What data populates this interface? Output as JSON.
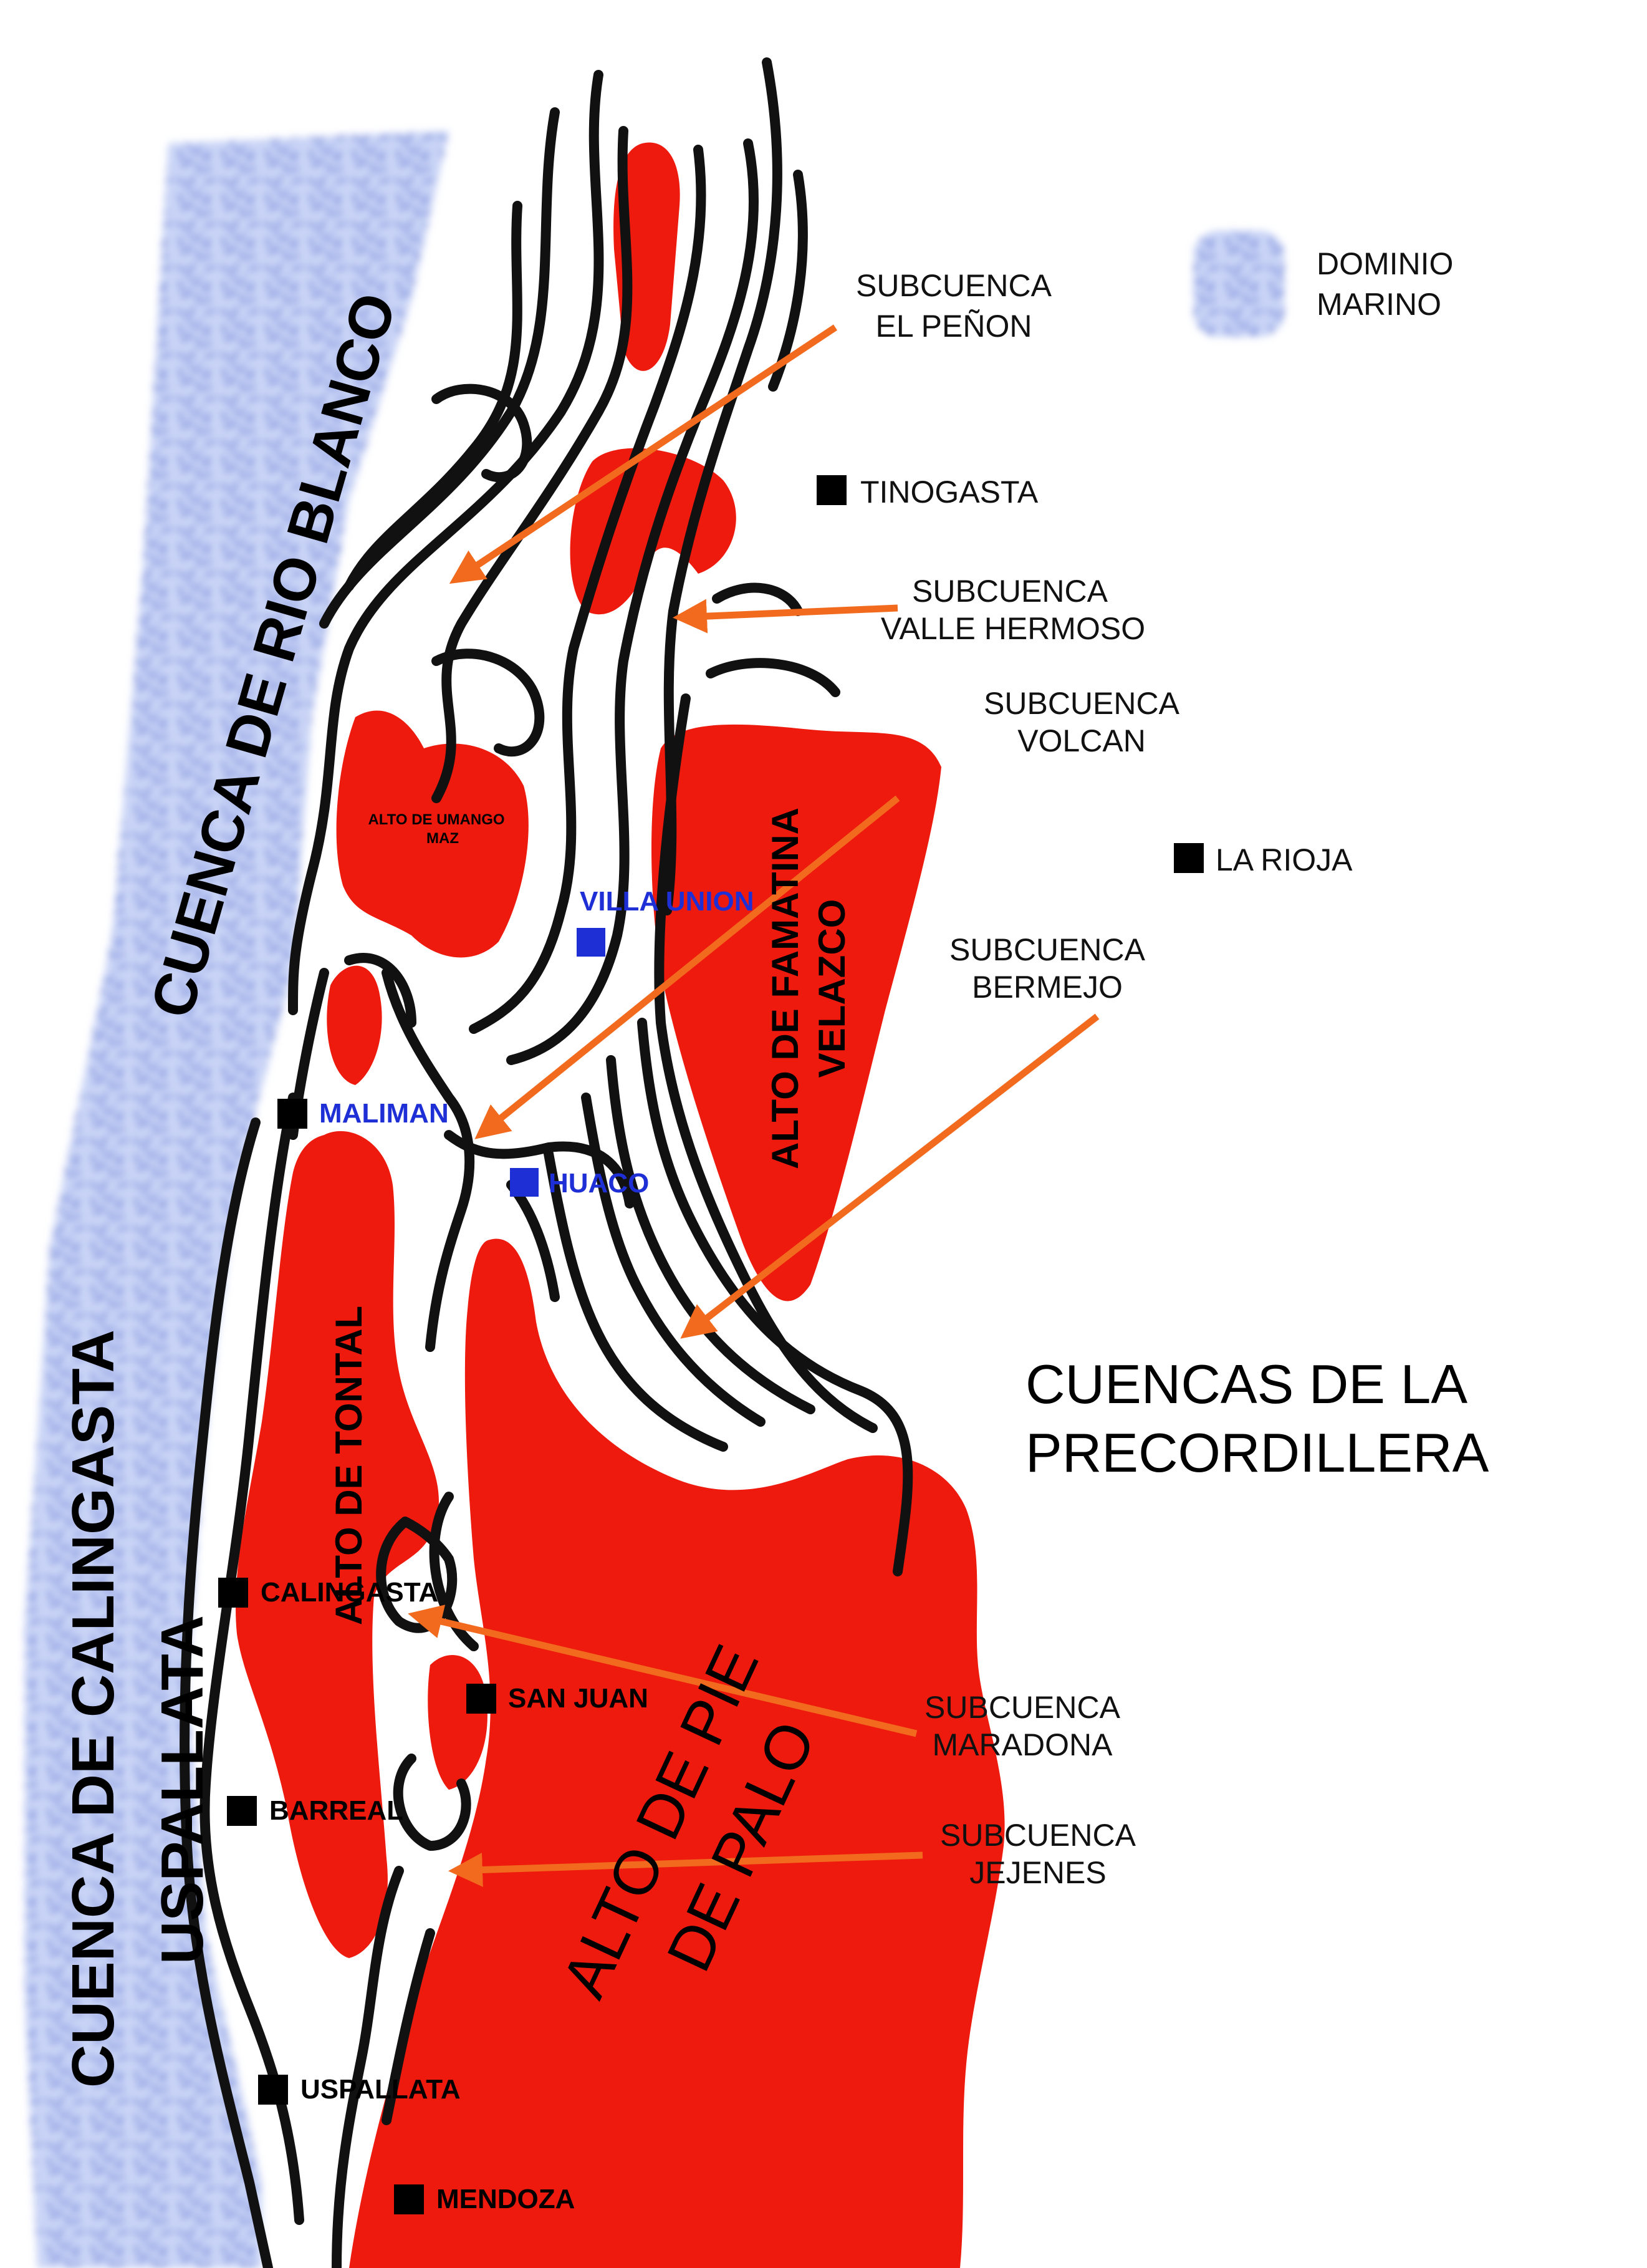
{
  "basins": {
    "rio_blanco": "CUENCA DE RIO BLANCO",
    "calingasta_line1": "CUENCA DE CALINGASTA",
    "calingasta_line2": "USPALLATA",
    "precordillera_line1": "CUENCAS DE LA",
    "precordillera_line2": "PRECORDILLERA"
  },
  "legend": {
    "line1": "DOMINIO",
    "line2": "MARINO",
    "color": "#3a5fd0"
  },
  "subbasins": {
    "penon": {
      "line1": "SUBCUENCA",
      "line2": "EL PEÑON"
    },
    "valle": {
      "line1": "SUBCUENCA",
      "line2": "VALLE HERMOSO"
    },
    "volcan": {
      "line1": "SUBCUENCA",
      "line2": "VOLCAN"
    },
    "bermejo": {
      "line1": "SUBCUENCA",
      "line2": "BERMEJO"
    },
    "maradona": {
      "line1": "SUBCUENCA",
      "line2": "MARADONA"
    },
    "jejenes": {
      "line1": "SUBCUENCA",
      "line2": "JEJENES"
    }
  },
  "highs": {
    "umango_line1": "ALTO DE  UMANGO",
    "umango_line2": "MAZ",
    "famatina_line1": "ALTO DE  FAMATINA",
    "famatina_line2": "VELAZCO",
    "tontal": "ALTO DE  TONTAL",
    "piedepalo_line1": "ALTO DE PIE",
    "piedepalo_line2": "DE PALO"
  },
  "towns": {
    "tinogasta": "TINOGASTA",
    "la_rioja": "LA RIOJA",
    "villa_union": "VILLA UNION",
    "maliman": "MALIMAN",
    "huaco": "HUACO",
    "calingasta": "CALINGASTA",
    "san_juan": "SAN JUAN",
    "barreal": "BARREAL",
    "uspallata": "USPALLATA",
    "mendoza": "MENDOZA"
  },
  "colors": {
    "high": "#ee1a0e",
    "arrow": "#f26a1e",
    "marine": "#3a5fd0",
    "town_marker": "#000000",
    "town_marker_blue": "#1f2fd6"
  }
}
